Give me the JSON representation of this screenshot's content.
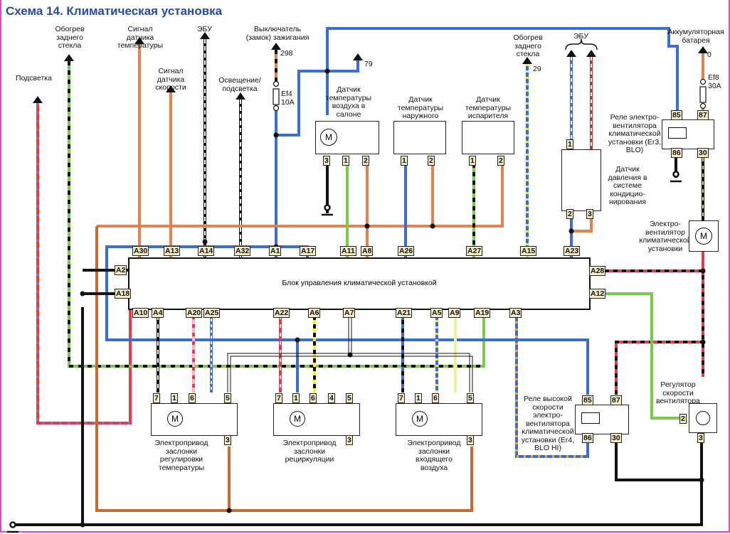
{
  "title": "Схема 14. Климатическая установка",
  "colors": {
    "title": "#2b4a9a",
    "blue": "#3a6fd0",
    "orange": "#e0824f",
    "green": "#7cc84a",
    "red": "#e23a4a",
    "black": "#111111",
    "brown": "#c46a35",
    "pin_fill": "#f6ecc8"
  },
  "top_labels": {
    "podsvetka": "Подсветка",
    "obogrev1": "Обогрев заднего стекла",
    "signal_temp": "Сигнал датчика температуры",
    "signal_speed": "Сигнал датчика скорости",
    "ebu1": "ЭБУ",
    "osveshenie": "Освещение/ подсветка",
    "ignition": "Выключатель (замок) зажигания",
    "ignition_num": "298",
    "fuse_ef4": "Ef4 10A",
    "ref79": "79",
    "obogrev2": "Обогрев заднего стекла",
    "ref29": "29",
    "ebu2": "ЭБУ",
    "battery": "Аккумуляторная батарея",
    "battery_num": "0",
    "fuse_ef8": "Ef8 30A"
  },
  "sensors": {
    "cabin": {
      "label": "Датчик температуры воздуха в салоне",
      "pins": [
        "3",
        "1",
        "2"
      ],
      "motor": "M"
    },
    "outside": {
      "label": "Датчик температуры наружного воздуха",
      "pins": [
        "1",
        "2"
      ]
    },
    "evaporator": {
      "label": "Датчик температуры испарителя",
      "pins": [
        "1",
        "2"
      ]
    },
    "pressure": {
      "label": "Датчик давления в системе кондицио-нирования",
      "pins_top": [
        "1"
      ],
      "pins_bottom": [
        "2",
        "3"
      ]
    }
  },
  "relays": {
    "fan_relay": {
      "label": "Реле электро-вентилятора климатической установки (Er3, BLO)",
      "pins": [
        "85",
        "87",
        "86",
        "30"
      ]
    },
    "high_relay": {
      "label": "Реле высокой скорости электро-вентилятора климатической установки (Er4, BLO HI)",
      "pins": [
        "85",
        "87",
        "86",
        "30"
      ]
    }
  },
  "fan": {
    "label": "Электро-вентилятор климатической установки",
    "motor": "M"
  },
  "regulator": {
    "label": "Регулятор скорости вентилятора",
    "pins": [
      "2",
      "3"
    ]
  },
  "ecu": {
    "label": "Блок управления климатической установкой",
    "pins_top": [
      "A30",
      "A13",
      "A14",
      "A32",
      "A1",
      "A17",
      "A11",
      "A8",
      "A26",
      "A27",
      "A15",
      "A23"
    ],
    "pins_left": [
      "A2",
      "A18"
    ],
    "pins_right": [
      "A28",
      "A12"
    ],
    "pins_bottom": [
      "A10",
      "A4",
      "A20",
      "A25",
      "A22",
      "A6",
      "A7",
      "A21",
      "A5",
      "A9",
      "A19",
      "A3"
    ]
  },
  "actuators": [
    {
      "label": "Электропривод заслонки регулировки температуры",
      "pins": [
        "7",
        "1",
        "6",
        "5"
      ],
      "pin_bottom": "3",
      "motor": "M"
    },
    {
      "label": "Электропривод заслонки рециркуляции",
      "pins": [
        "7",
        "1",
        "6",
        "4",
        "5"
      ],
      "pin_bottom": "3",
      "motor": "M"
    },
    {
      "label": "Электропривод заслонки входящего воздуха",
      "pins": [
        "7",
        "1",
        "6",
        "5"
      ],
      "pin_bottom": "3",
      "motor": "M"
    }
  ]
}
